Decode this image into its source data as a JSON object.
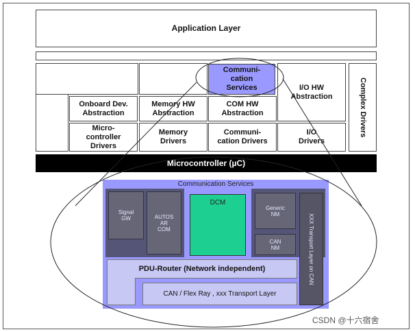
{
  "layers": {
    "application": "Application Layer",
    "comm_services": "Communi-\ncation\nServices",
    "io_hw": "I/O HW\nAbstraction",
    "complex_drivers": "Complex Drivers",
    "onboard": "Onboard Dev.\nAbstraction",
    "memory_hw": "Memory HW\nAbstraction",
    "com_hw": "COM HW\nAbstraction",
    "micro_drivers": "Micro-\ncontroller\nDrivers",
    "memory_drivers": "Memory\nDrivers",
    "comm_drivers": "Communi-\ncation Drivers",
    "io_drivers": "I/O\nDrivers",
    "microcontroller": "Microcontroller (µC)"
  },
  "detail": {
    "title": "Communication Services",
    "signal_gw": "Signal\nGW",
    "autosar_com": "AUTOS\nAR\nCOM",
    "dcm": "DCM",
    "generic_nm": "Generic\nNM",
    "can_nm": "CAN\nNM",
    "can_tp": "XXX Transport Layer on CAN",
    "pdu_router": "PDU-Router (Network independent)",
    "transport_layer": "CAN / Flex Ray , xxx  Transport Layer"
  },
  "watermark": "CSDN @十六宿舍",
  "colors": {
    "highlight": "#9999ff",
    "dcm": "#1ecf92",
    "dark_module": "#555577",
    "microcontroller": "#000000"
  }
}
